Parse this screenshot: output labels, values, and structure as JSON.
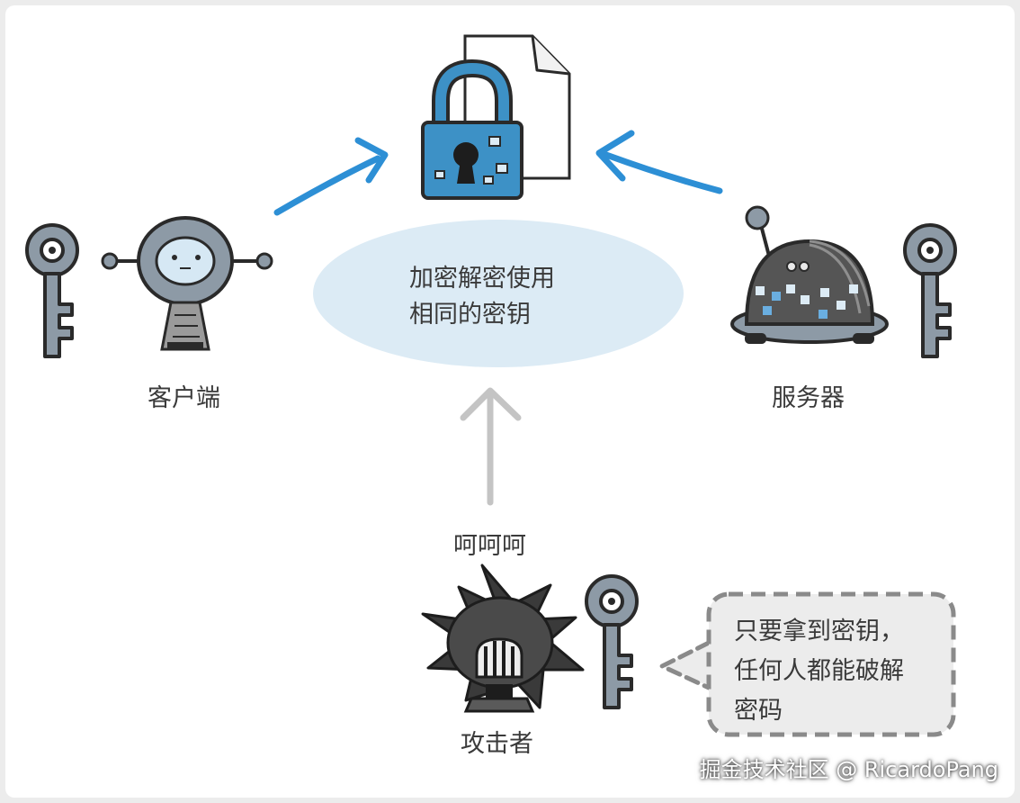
{
  "diagram": {
    "center_note": [
      "加密解密使用",
      "相同的密钥"
    ],
    "client_label": "客户端",
    "server_label": "服务器",
    "attacker_exclaim": "呵呵呵",
    "attacker_label": "攻击者",
    "speech_bubble": [
      "只要拿到密钥，",
      "任何人都能破解",
      "密码"
    ]
  },
  "watermark": "掘金技术社区 @ RicardoPang",
  "colors": {
    "accent_blue": "#2d8fd5",
    "ellipse_fill": "#dcebf5",
    "lock_blue": "#3d91c6",
    "key_gray": "#8d9aa6",
    "bubble_fill": "#ececec",
    "arrow_gray": "#c4c4c4"
  },
  "icons": [
    "lock-icon",
    "document-icon",
    "key-icon",
    "client-robot-icon",
    "server-robot-icon",
    "attacker-icon"
  ]
}
